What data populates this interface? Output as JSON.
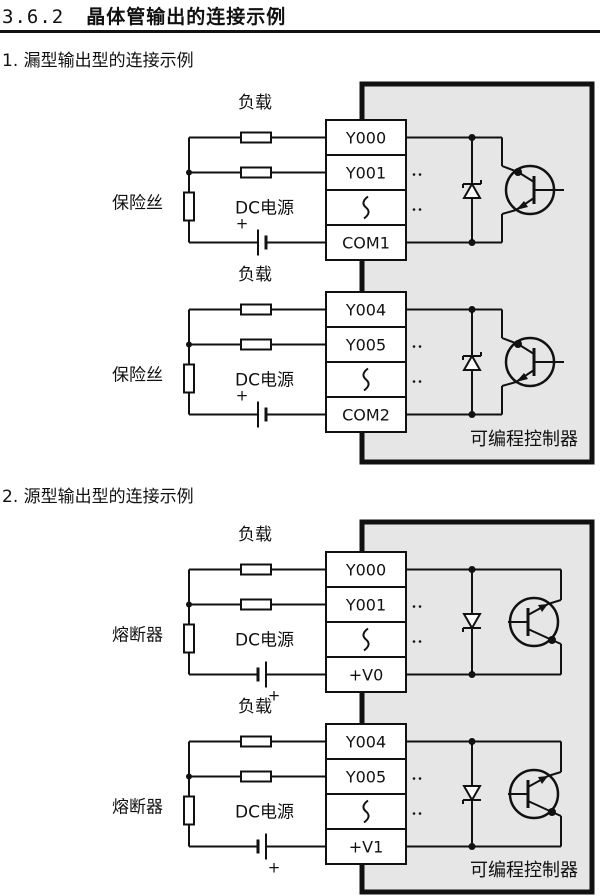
{
  "header": {
    "section_number": "3.6.2",
    "title": "晶体管输出的连接示例"
  },
  "diagrams": [
    {
      "title": "1. 漏型输出型的连接示例",
      "type": "sink",
      "groups": [
        {
          "load_label": "负载",
          "fuse_label": "保险丝",
          "power_label": "DC电源",
          "plus_label": "+",
          "terminals": [
            "Y000",
            "Y001",
            "~",
            "COM1"
          ]
        },
        {
          "load_label": "负载",
          "fuse_label": "保险丝",
          "power_label": "DC电源",
          "plus_label": "+",
          "terminals": [
            "Y004",
            "Y005",
            "~",
            "COM2"
          ]
        }
      ],
      "plc_label": "可编程控制器"
    },
    {
      "title": "2. 源型输出型的连接示例",
      "type": "source",
      "groups": [
        {
          "load_label": "负载",
          "fuse_label": "熔断器",
          "power_label": "DC电源",
          "plus_label": "+",
          "terminals": [
            "Y000",
            "Y001",
            "~",
            "+V0"
          ]
        },
        {
          "load_label": "负载",
          "fuse_label": "熔断器",
          "power_label": "DC电源",
          "plus_label": "+",
          "terminals": [
            "Y004",
            "Y005",
            "~",
            "+V1"
          ]
        }
      ],
      "plc_label": "可编程控制器"
    }
  ]
}
